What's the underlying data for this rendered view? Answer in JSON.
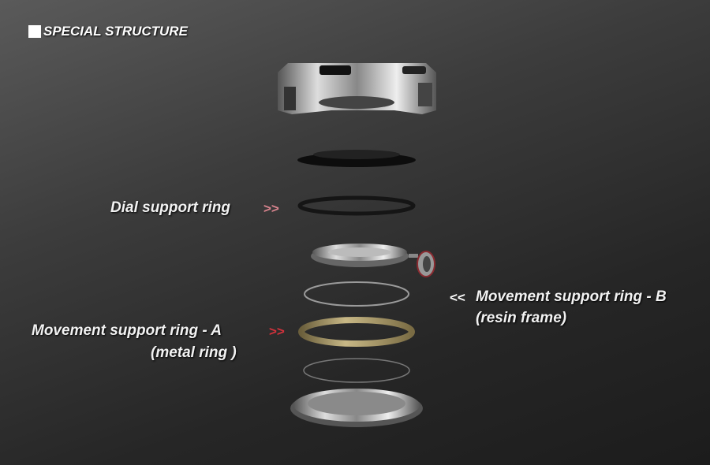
{
  "title": "SPECIAL STRUCTURE",
  "labels": {
    "dial_ring": "Dial support ring",
    "ring_a": "Movement support ring - A",
    "ring_a_sub": "(metal ring )",
    "ring_b": "Movement support ring - B",
    "ring_b_sub": "(resin frame)"
  },
  "arrows": {
    "right": ">>",
    "left": "<<"
  },
  "colors": {
    "arrow_pink": "#d9848e",
    "arrow_red": "#d2323c",
    "gold_ring": "#a8986a",
    "bg_top": "#5a5a5a",
    "bg_bottom": "#1c1c1c"
  }
}
